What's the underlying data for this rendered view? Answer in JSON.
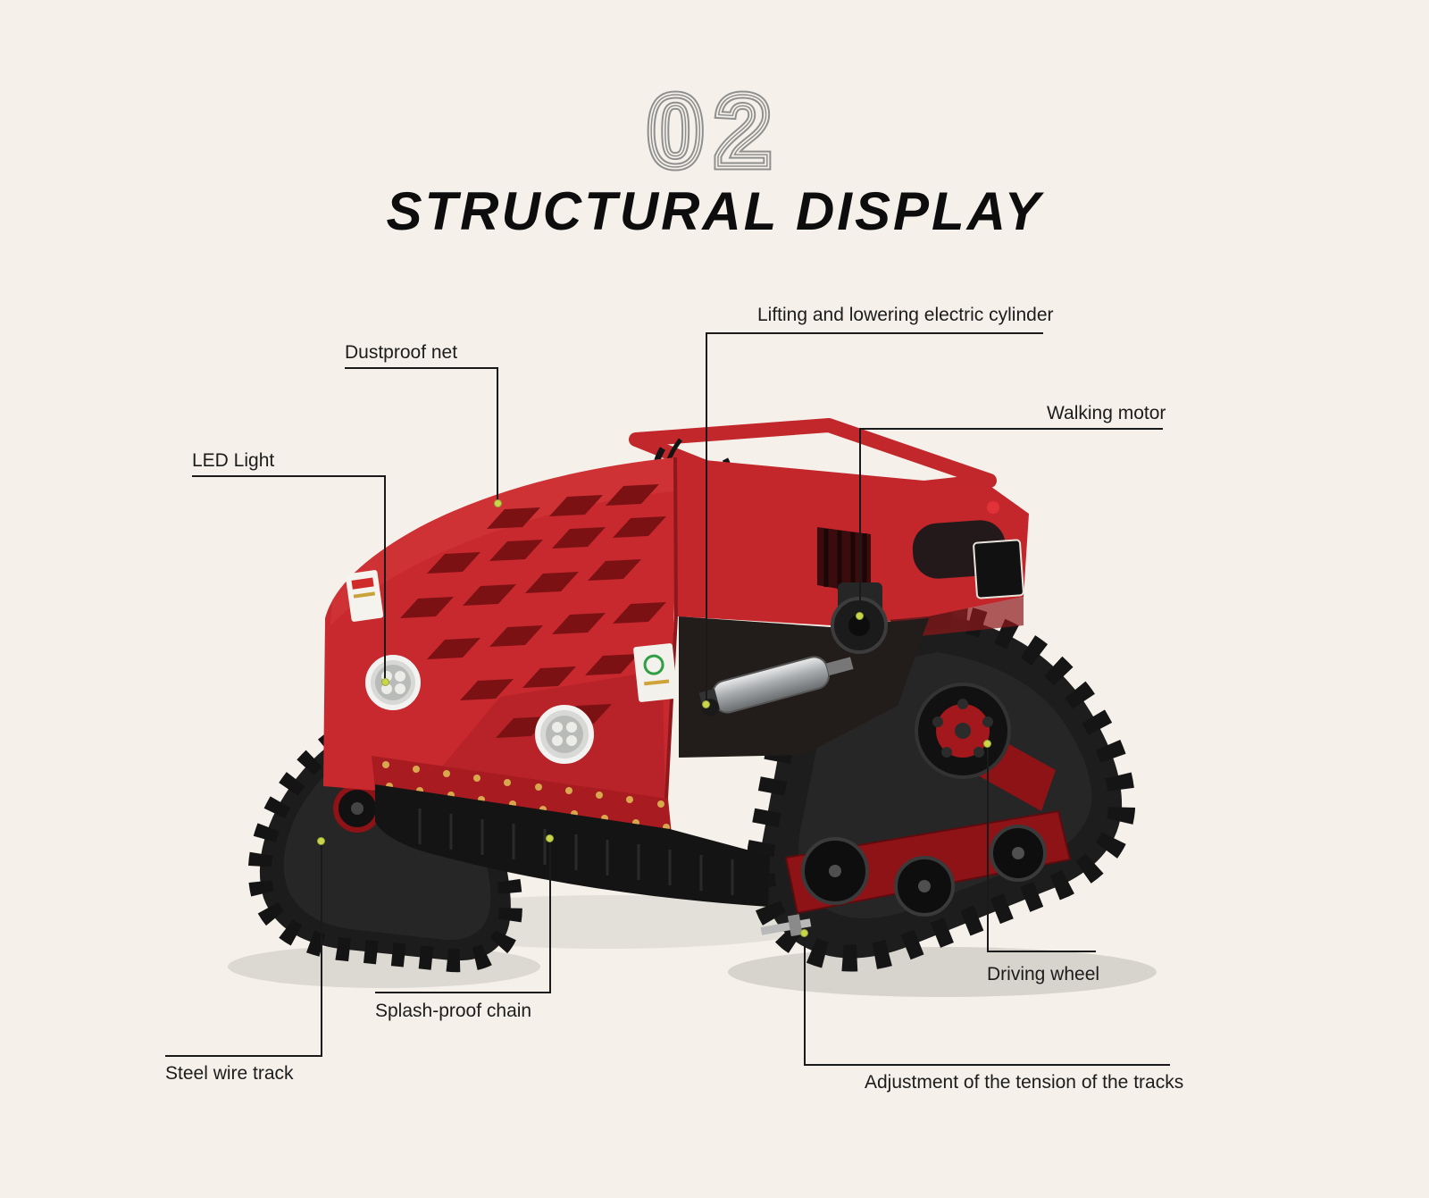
{
  "header": {
    "section_number": "02",
    "title": "STRUCTURAL DISPLAY"
  },
  "callouts": [
    {
      "id": "lifting-cylinder",
      "label": "Lifting and lowering electric cylinder"
    },
    {
      "id": "dustproof-net",
      "label": "Dustproof net"
    },
    {
      "id": "walking-motor",
      "label": "Walking motor"
    },
    {
      "id": "led-light",
      "label": "LED Light"
    },
    {
      "id": "driving-wheel",
      "label": "Driving wheel"
    },
    {
      "id": "splash-proof-chain",
      "label": "Splash-proof chain"
    },
    {
      "id": "steel-wire-track",
      "label": "Steel wire track"
    },
    {
      "id": "track-tension",
      "label": "Adjustment of the tension of the tracks"
    }
  ],
  "colors": {
    "background": "#f5f1ea",
    "machine_red": "#c8292e",
    "track_black": "#1c1c1c",
    "leader_line": "#1a1a1a",
    "endpoint_dot": "#c9d64a",
    "section_number_gray": "#8f8f8f",
    "title_black": "#0d0d0d"
  }
}
